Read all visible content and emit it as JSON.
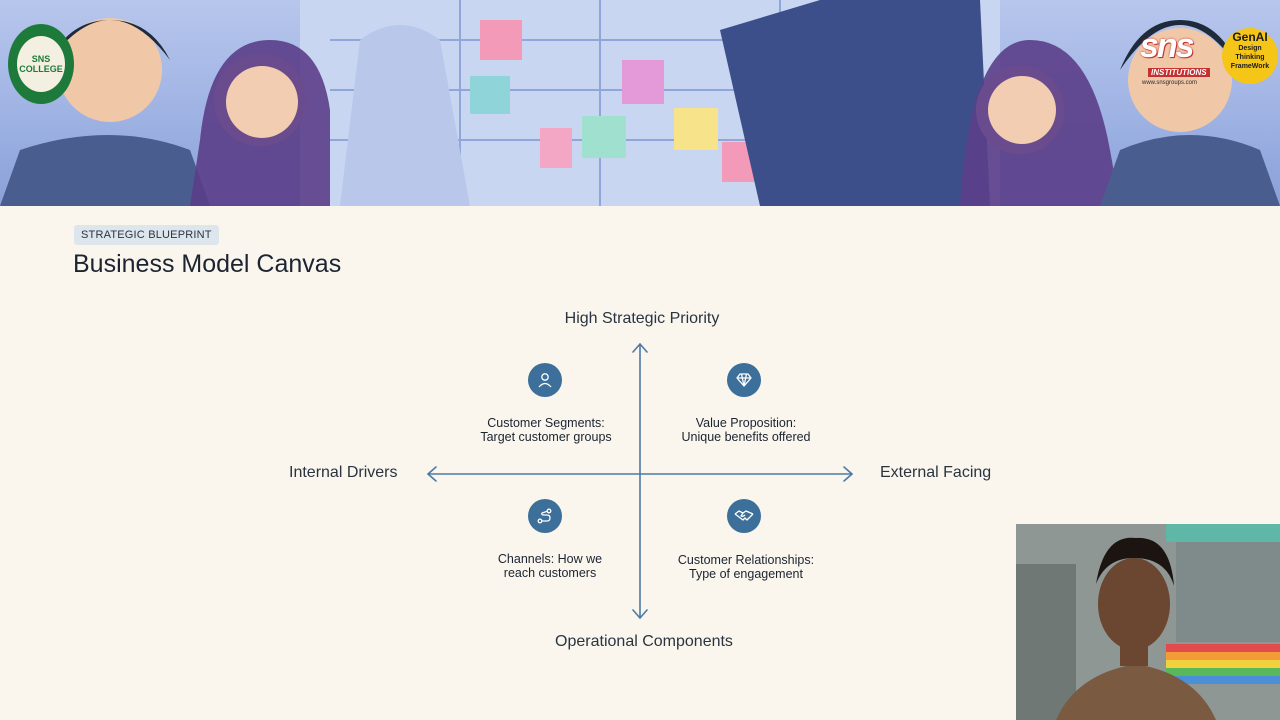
{
  "slide": {
    "tag": "STRATEGIC BLUEPRINT",
    "title": "Business Model Canvas"
  },
  "axes": {
    "top": "High Strategic Priority",
    "bottom": "Operational Components",
    "left": "Internal Drivers",
    "right": "External Facing"
  },
  "quadrants": [
    {
      "icon": "user-icon",
      "line1": "Customer Segments:",
      "line2": "Target customer groups"
    },
    {
      "icon": "diamond-icon",
      "line1": "Value Proposition:",
      "line2": "Unique benefits offered"
    },
    {
      "icon": "route-icon",
      "line1": "Channels: How we",
      "line2": "reach customers"
    },
    {
      "icon": "handshake-icon",
      "line1": "Customer Relationships:",
      "line2": "Type of engagement"
    }
  ],
  "branding": {
    "sns_logo": "sns",
    "sns_sub": "INSTITUTIONS",
    "sns_url": "www.snsgroups.com",
    "genai_line1": "GenAI",
    "genai_line2": "Design",
    "genai_line3": "Thinking",
    "genai_line4": "FrameWork",
    "college_seal": "SNS COLLEGE"
  },
  "colors": {
    "accent": "#3c6f9a",
    "background": "#faf6ee",
    "text": "#1b2430"
  }
}
